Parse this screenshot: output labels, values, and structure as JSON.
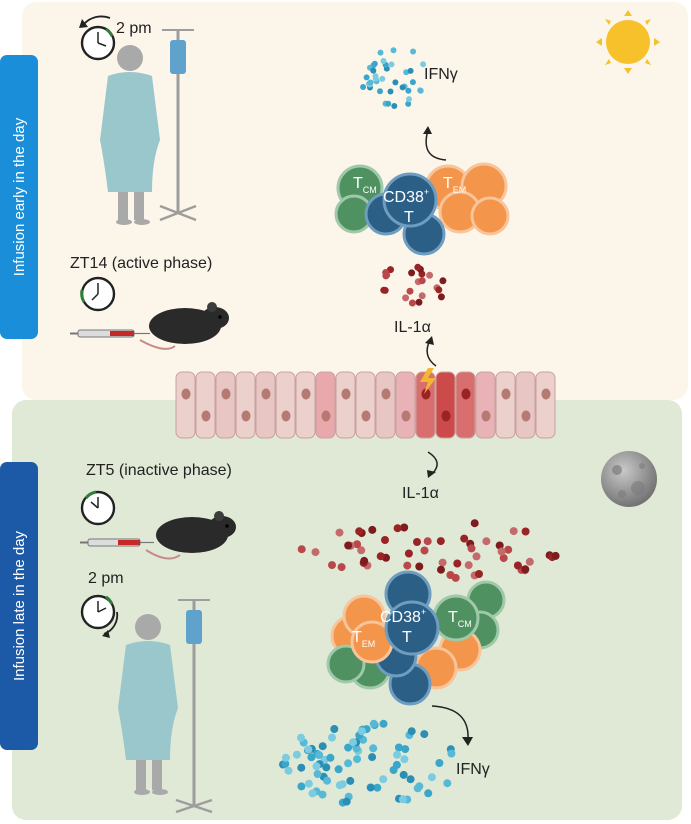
{
  "top_panel": {
    "side_label": "Infusion early in the day",
    "clock_time": "2 pm",
    "mouse_label": "ZT14 (active phase)",
    "cytokine_top": "IFNγ",
    "cytokine_mid": "IL-1α",
    "cell_cm": "T",
    "cell_cm_sub": "CM",
    "cell_center": "CD38",
    "cell_center_sup": "+",
    "cell_center_t": "T",
    "cell_em": "T",
    "cell_em_sub": "EM",
    "sky_icon": "sun-icon"
  },
  "bottom_panel": {
    "side_label": "Infusion late in the day",
    "clock_time": "2 pm",
    "mouse_label": "ZT5 (inactive phase)",
    "cytokine_mid": "IL-1α",
    "cytokine_bottom": "IFNγ",
    "cell_cm": "T",
    "cell_cm_sub": "CM",
    "cell_center": "CD38",
    "cell_center_sup": "+",
    "cell_center_t": "T",
    "cell_em": "T",
    "cell_em_sub": "EM",
    "sky_icon": "moon-icon"
  },
  "colors": {
    "top_bg": "#fcf6ea",
    "bottom_bg": "#dfe9d6",
    "top_label_bg": "#1a8ed8",
    "bottom_label_bg": "#1c5aa8",
    "cd38_cell": "#2b5f86",
    "tcm_cell": "#4f9160",
    "tem_cell": "#f3954a",
    "il1a_dot": "#9a2326",
    "ifng_dot": "#3aa6c9",
    "sun": "#f6c12a",
    "moon": "#8d8d8d"
  }
}
